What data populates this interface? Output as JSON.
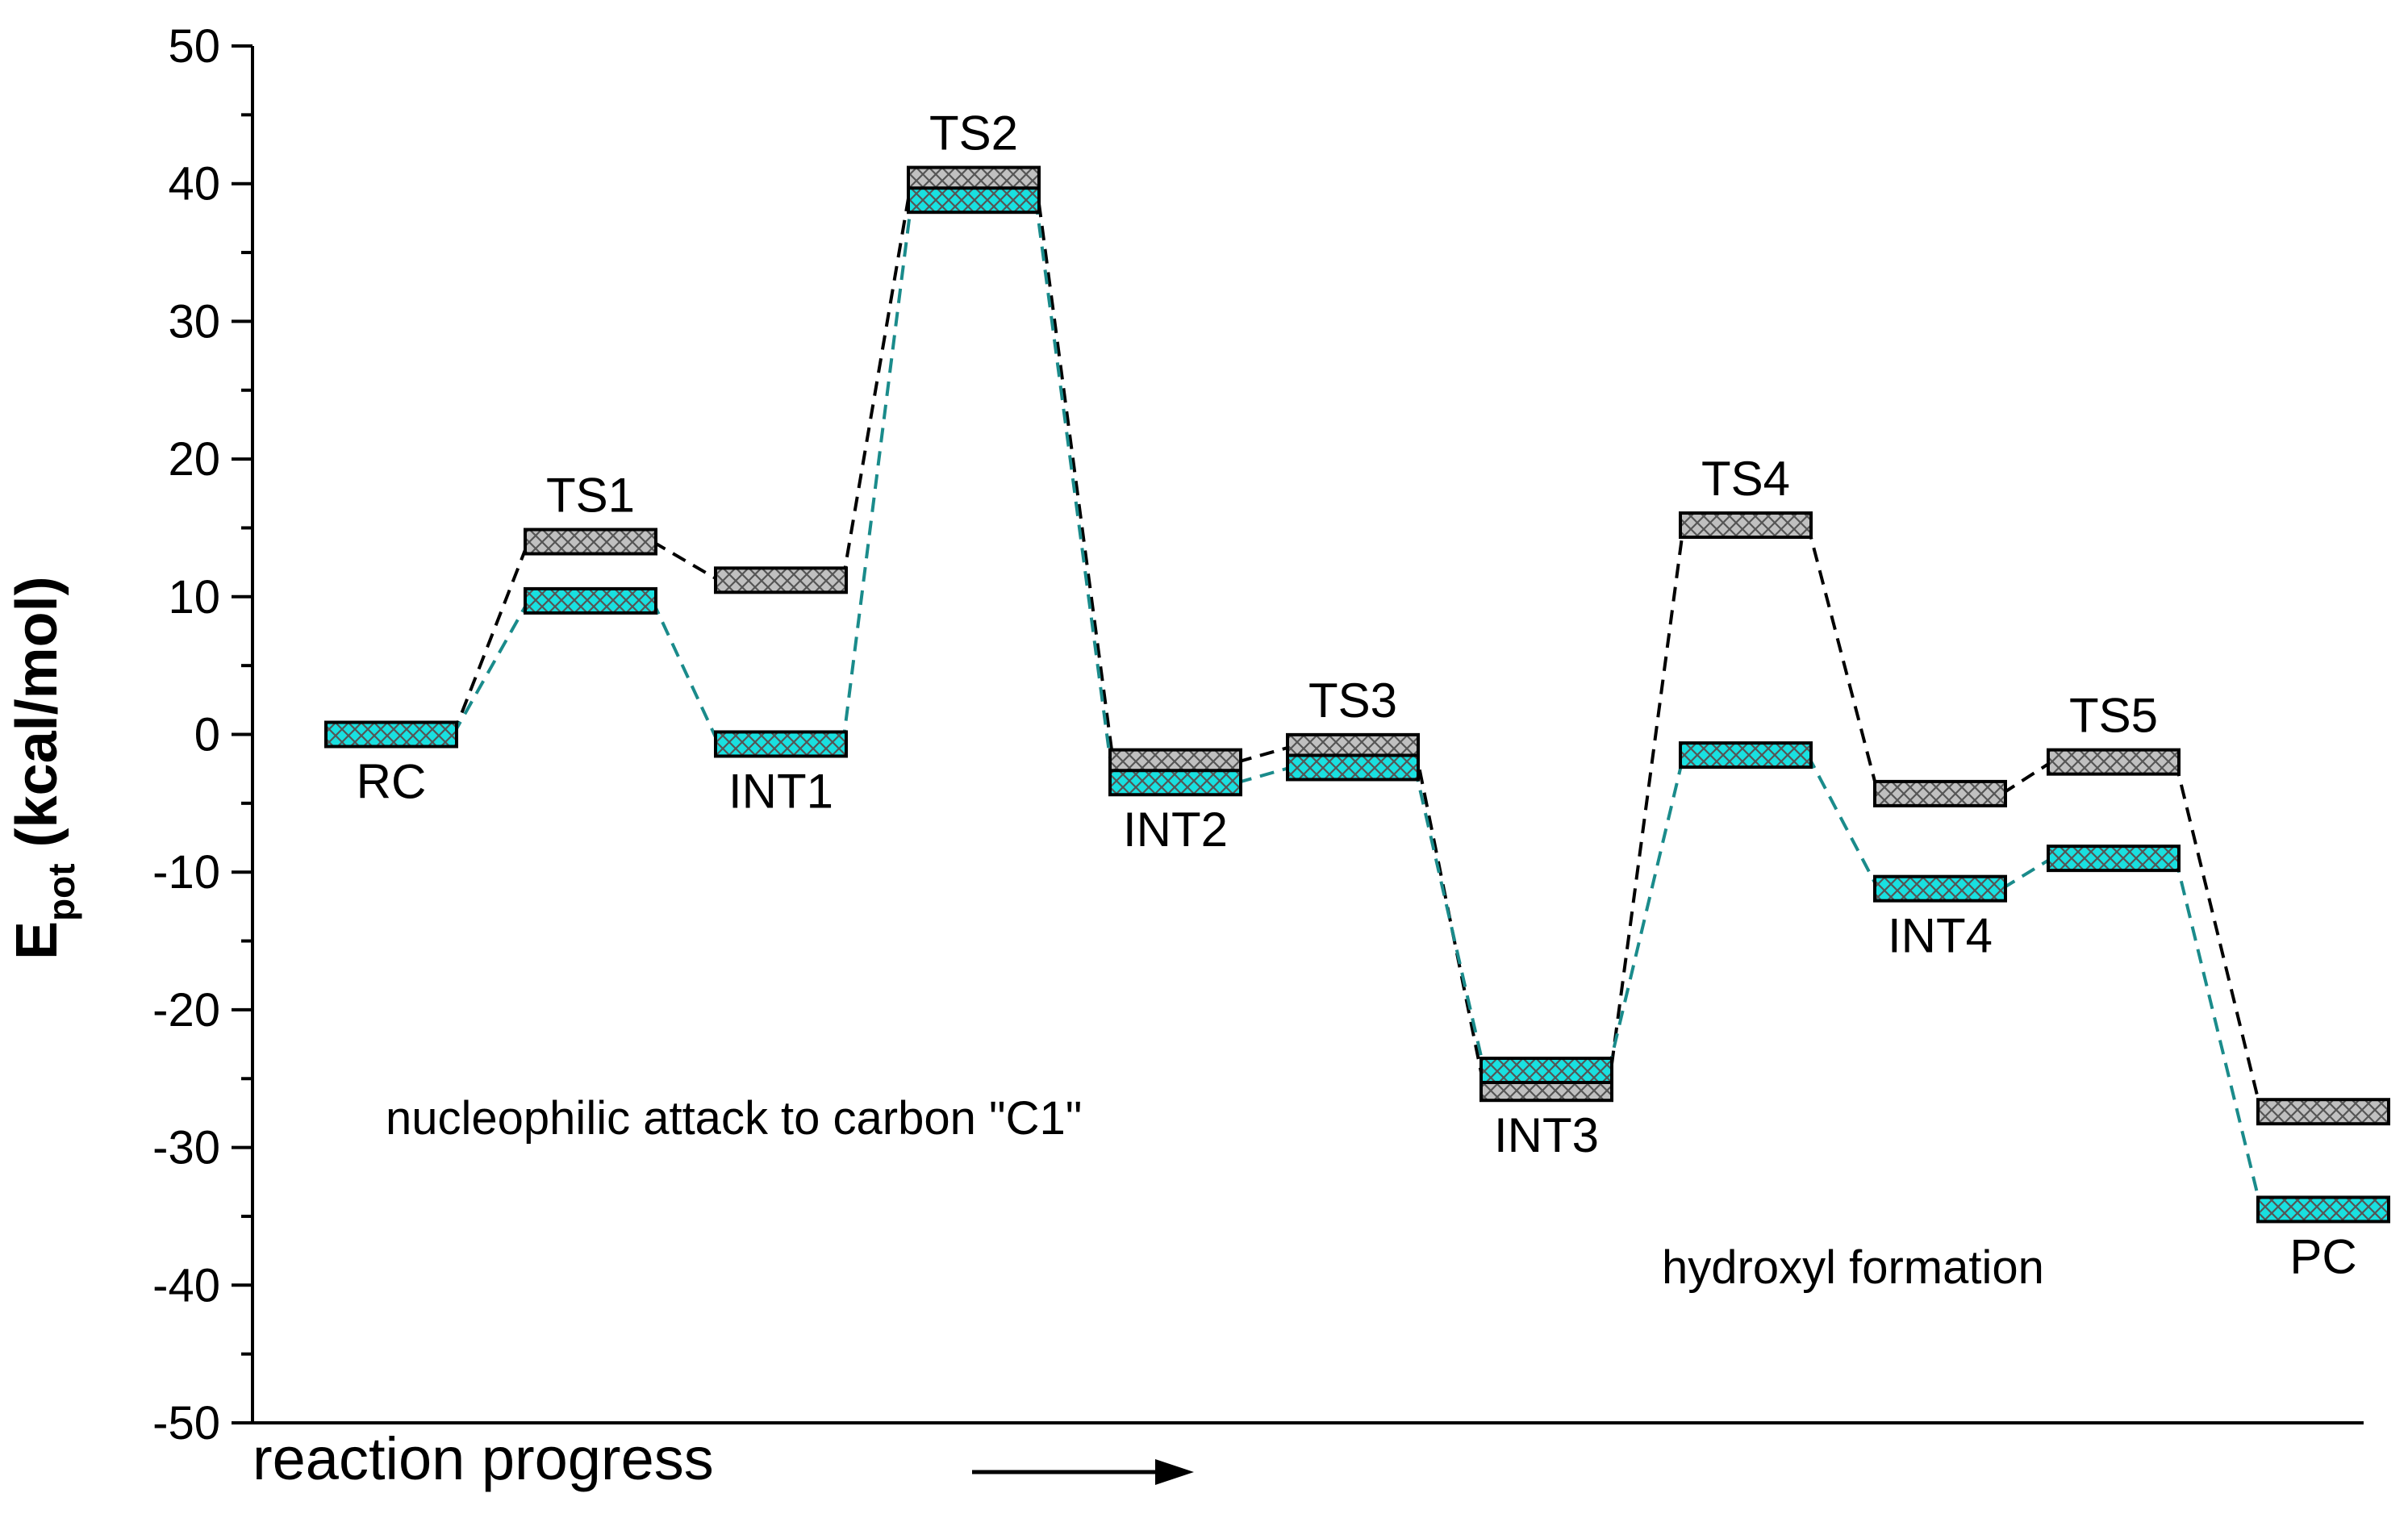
{
  "chart_data": {
    "type": "energy-profile",
    "ylabel": "E",
    "ylabel_sub": "pot",
    "ylabel_unit": " (kcal/mol)",
    "xlabel": "reaction progress",
    "ylim": [
      -50,
      50
    ],
    "yticks": [
      -50,
      -40,
      -30,
      -20,
      -10,
      0,
      10,
      20,
      30,
      40,
      50
    ],
    "grid": false,
    "legend": "none",
    "states": [
      {
        "label": "RC",
        "label_pos": "below"
      },
      {
        "label": "TS1",
        "label_pos": "above"
      },
      {
        "label": "INT1",
        "label_pos": "below"
      },
      {
        "label": "TS2",
        "label_pos": "above"
      },
      {
        "label": "INT2",
        "label_pos": "below"
      },
      {
        "label": "TS3",
        "label_pos": "above"
      },
      {
        "label": "INT3",
        "label_pos": "below"
      },
      {
        "label": "TS4",
        "label_pos": "above"
      },
      {
        "label": "INT4",
        "label_pos": "below"
      },
      {
        "label": "TS5",
        "label_pos": "above"
      },
      {
        "label": "PC",
        "label_pos": "below"
      }
    ],
    "series": [
      {
        "color": "#c0c0c0",
        "connector_color": "#000000",
        "values": [
          0,
          14,
          11.2,
          40.3,
          -2,
          -0.9,
          -25.7,
          15.2,
          -4.3,
          -2,
          -27.4
        ]
      },
      {
        "color": "#19e0e0",
        "connector_color": "#1a8b8b",
        "values": [
          0,
          9.7,
          -0.7,
          38.8,
          -3.5,
          -2.4,
          -24.4,
          -1.5,
          -11.2,
          -9,
          -34.5
        ]
      }
    ],
    "annotations": [
      {
        "text": "nucleophilic attack to carbon \"C1\""
      },
      {
        "text": "hydroxyl formation"
      }
    ]
  }
}
